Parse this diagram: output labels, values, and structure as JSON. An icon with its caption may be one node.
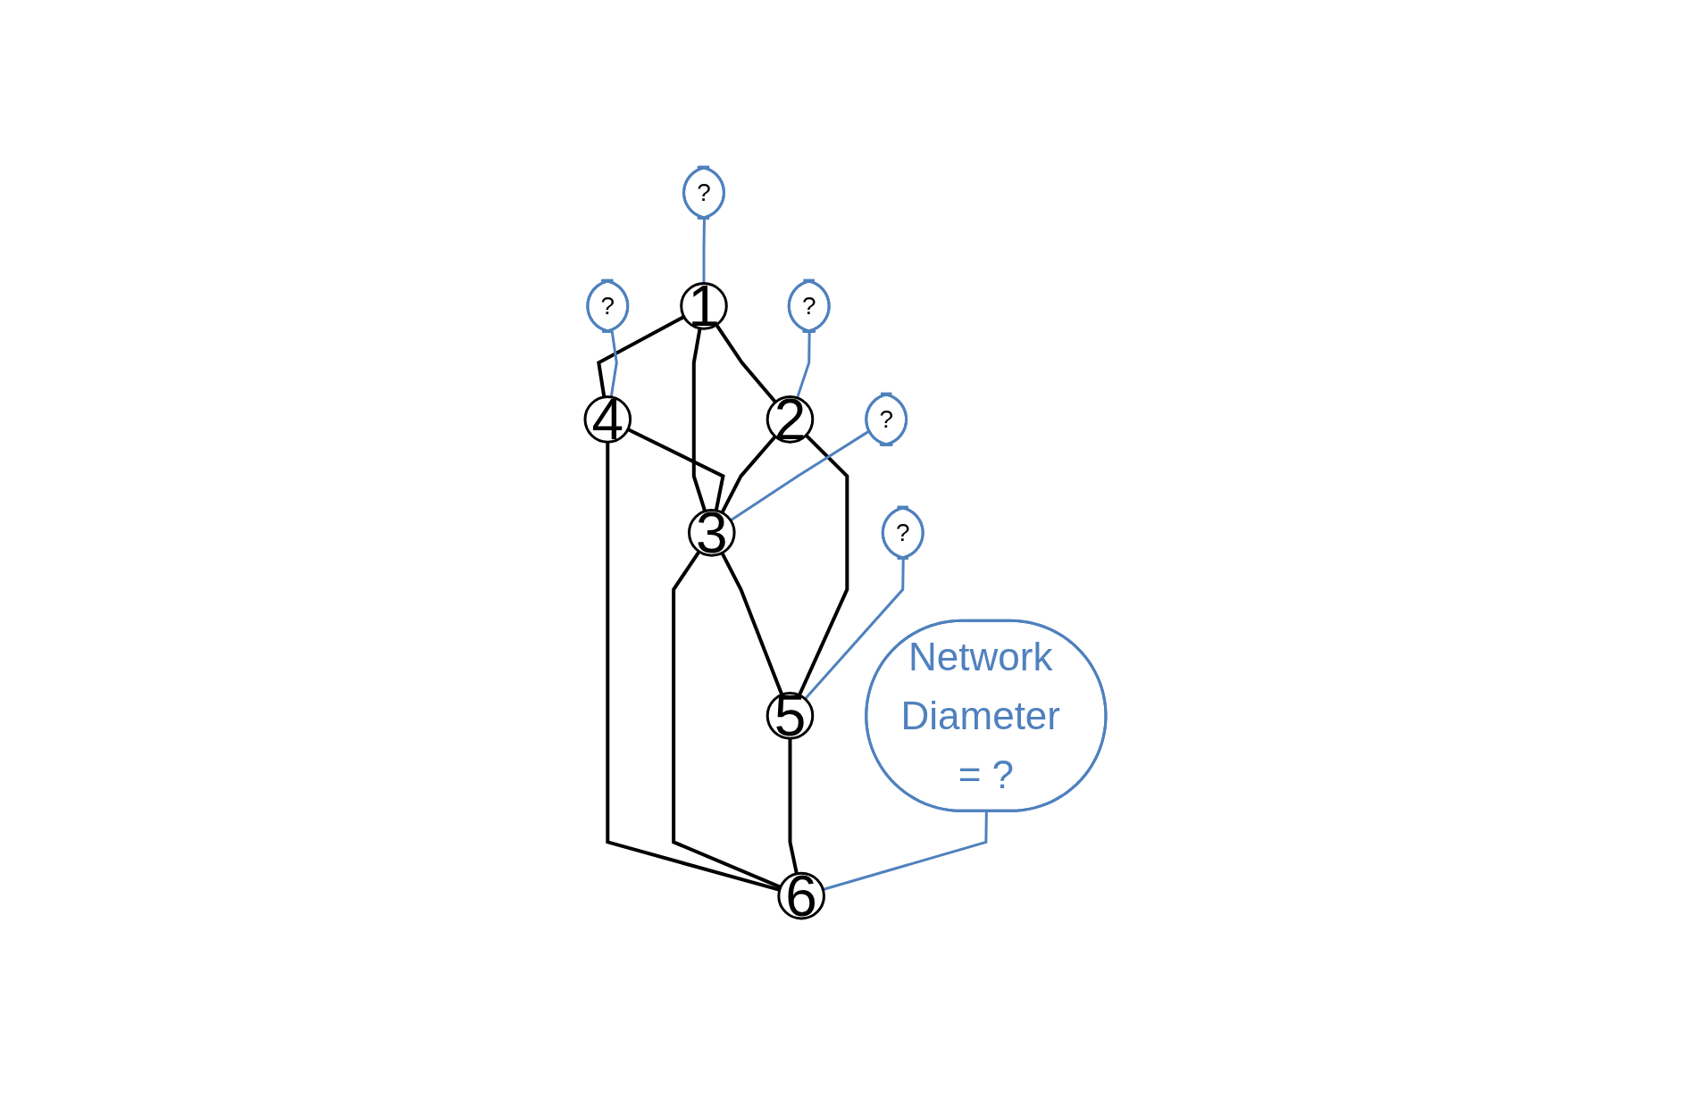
{
  "diagram": {
    "nodes": [
      {
        "text": [
          "1"
        ]
      },
      {
        "text": [
          "2"
        ]
      },
      {
        "text": [
          "3"
        ]
      },
      {
        "text": [
          "4"
        ]
      },
      {
        "text": [
          "5"
        ]
      },
      {
        "text": [
          "6"
        ]
      },
      {
        "text": [
          "?"
        ]
      },
      {
        "text": [
          "?"
        ]
      },
      {
        "text": [
          "?"
        ]
      },
      {
        "text": [
          "?"
        ]
      },
      {
        "text": [
          "?"
        ]
      },
      {
        "text": [
          "Network Diameter = ?"
        ]
      }
    ],
    "edges": [
      {
        "from": 0,
        "to": 3,
        "arrow": "none"
      },
      {
        "from": 0,
        "to": 1,
        "arrow": "none"
      },
      {
        "from": 0,
        "to": 2,
        "arrow": "none"
      },
      {
        "from": 3,
        "to": 2,
        "arrow": "none"
      },
      {
        "from": 1,
        "to": 2,
        "arrow": "none"
      },
      {
        "from": 3,
        "to": 5,
        "arrow": "none"
      },
      {
        "from": 2,
        "to": 4,
        "arrow": "none"
      },
      {
        "from": 2,
        "to": 5,
        "arrow": "none"
      },
      {
        "from": 1,
        "to": 4,
        "arrow": "none"
      },
      {
        "from": 4,
        "to": 5,
        "arrow": "none"
      },
      {
        "from": 6,
        "to": 0,
        "arrow": "none",
        "color": "#4f81bd"
      },
      {
        "from": 7,
        "to": 3,
        "arrow": "none",
        "color": "#4f81bd"
      },
      {
        "from": 8,
        "to": 2,
        "arrow": "none",
        "color": "#4f81bd"
      },
      {
        "from": 9,
        "to": 1,
        "arrow": "none",
        "color": "#4f81bd"
      },
      {
        "from": 10,
        "to": 4,
        "arrow": "none",
        "color": "#4f81bd"
      },
      {
        "from": 11,
        "to": 5,
        "arrow": "none",
        "color": "#4f81bd"
      }
    ]
  }
}
